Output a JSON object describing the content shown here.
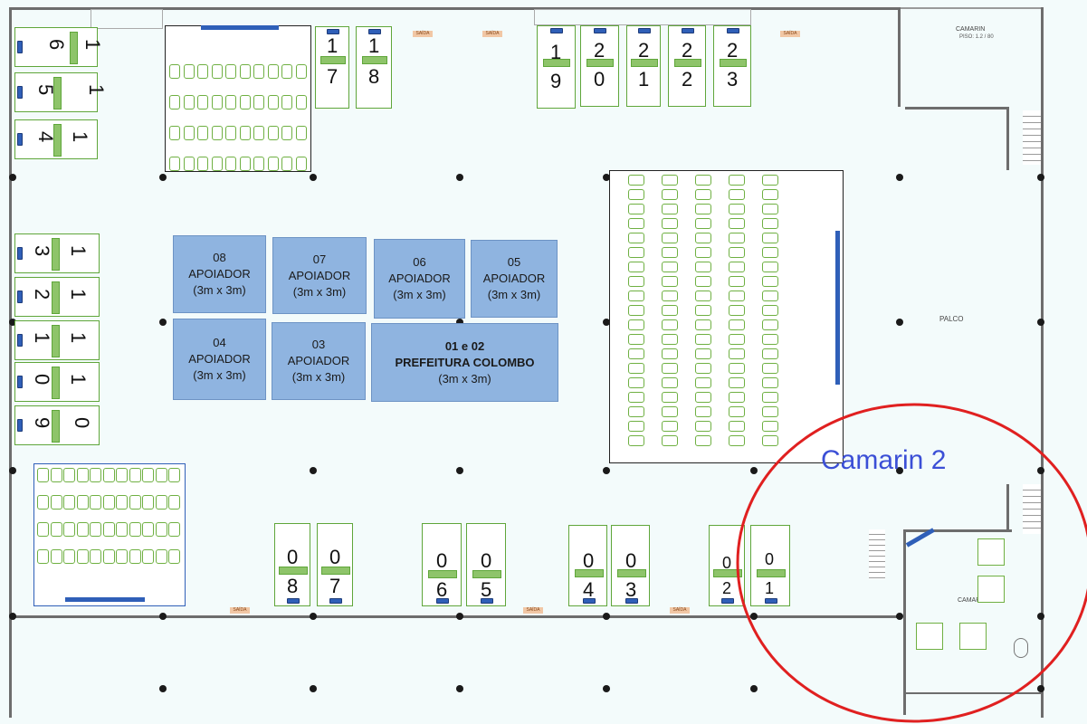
{
  "plan": {
    "label_camarin": "CAMARIN",
    "label_camarin_sub": "PISO: 1.2 / 80",
    "label_palco": "PALCO",
    "label_saida": "SAÍDA",
    "label_camarin_bottom": "CAMAR",
    "annotation": {
      "text": "Camarin 2",
      "color": "#3b4fd6",
      "circle_color": "#e02020"
    },
    "colors": {
      "booth_bar": "#8ec46a",
      "booth_border": "#5fa63a",
      "stand_fill": "#8fb4e0",
      "connector": "#2f5fb8",
      "background": "#f3fbfb"
    }
  },
  "stands": [
    {
      "id": "s08",
      "lines": [
        "08",
        "APOIADOR",
        "(3m x 3m)"
      ]
    },
    {
      "id": "s07",
      "lines": [
        "07",
        "APOIADOR",
        "(3m x 3m)"
      ]
    },
    {
      "id": "s06",
      "lines": [
        "06",
        "APOIADOR",
        "(3m x 3m)"
      ]
    },
    {
      "id": "s05",
      "lines": [
        "05",
        "APOIADOR",
        "(3m x 3m)"
      ]
    },
    {
      "id": "s04",
      "lines": [
        "04",
        "APOIADOR",
        "(3m x 3m)"
      ]
    },
    {
      "id": "s03",
      "lines": [
        "03",
        "APOIADOR",
        "(3m x 3m)"
      ]
    },
    {
      "id": "s0102",
      "lines": [
        "01 e 02",
        "PREFEITURA COLOMBO",
        "(3m x 3m)"
      ]
    }
  ],
  "booths_top": [
    {
      "id": "b17",
      "d1": "1",
      "d2": "7"
    },
    {
      "id": "b18",
      "d1": "1",
      "d2": "8"
    },
    {
      "id": "b19",
      "d1": "1",
      "d2": "9"
    },
    {
      "id": "b20",
      "d1": "2",
      "d2": "0"
    },
    {
      "id": "b21",
      "d1": "2",
      "d2": "1"
    },
    {
      "id": "b22",
      "d1": "2",
      "d2": "2"
    },
    {
      "id": "b23",
      "d1": "2",
      "d2": "3"
    }
  ],
  "booths_bottom": [
    {
      "id": "b08",
      "d1": "0",
      "d2": "8"
    },
    {
      "id": "b07",
      "d1": "0",
      "d2": "7"
    },
    {
      "id": "b06",
      "d1": "0",
      "d2": "6"
    },
    {
      "id": "b05",
      "d1": "0",
      "d2": "5"
    },
    {
      "id": "b04",
      "d1": "0",
      "d2": "4"
    },
    {
      "id": "b03",
      "d1": "0",
      "d2": "3"
    },
    {
      "id": "b02",
      "d1": "0",
      "d2": "2"
    },
    {
      "id": "b01",
      "d1": "0",
      "d2": "1"
    }
  ],
  "booths_left": [
    {
      "id": "b16",
      "d1": "1",
      "d2": "6"
    },
    {
      "id": "b15",
      "d1": "1",
      "d2": "5"
    },
    {
      "id": "b14",
      "d1": "1",
      "d2": "4"
    },
    {
      "id": "b13",
      "d1": "1",
      "d2": "3"
    },
    {
      "id": "b12",
      "d1": "1",
      "d2": "2"
    },
    {
      "id": "b11",
      "d1": "1",
      "d2": "1"
    },
    {
      "id": "b10",
      "d1": "1",
      "d2": "0"
    },
    {
      "id": "b09",
      "d1": "0",
      "d2": "9"
    }
  ]
}
